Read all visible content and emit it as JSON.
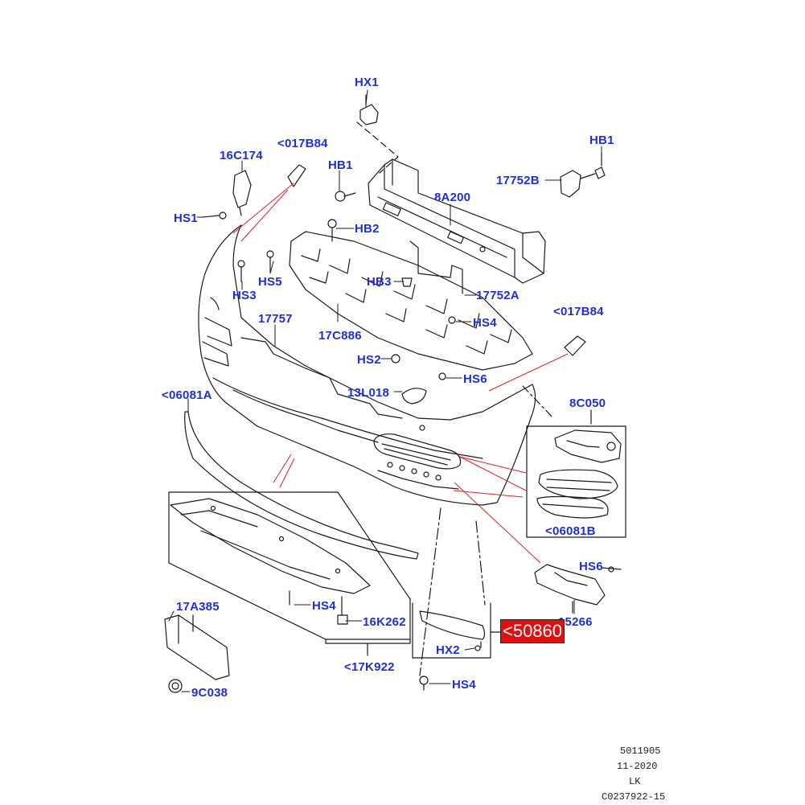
{
  "labels": {
    "hx1": "HX1",
    "l16c174": "16C174",
    "l017b84_top": "<017B84",
    "hb1_left": "HB1",
    "hb1_right": "HB1",
    "l17752b": "17752B",
    "l8a200": "8A200",
    "hs1": "HS1",
    "hb2": "HB2",
    "hs5": "HS5",
    "hs3": "HS3",
    "hb3": "HB3",
    "l17752a": "17752A",
    "l17757": "17757",
    "hs4_mid": "HS4",
    "l017b84_right": "<017B84",
    "l17c886": "17C886",
    "hs2": "HS2",
    "hs6_mid": "HS6",
    "l13l018": "13L018",
    "l06081a": "<06081A",
    "l8c050": "8C050",
    "l06081b": "<06081B",
    "hs6_right": "HS6",
    "l17a385": "17A385",
    "hs4_low": "HS4",
    "l16k262": "16K262",
    "l15266": "15266",
    "hx2": "HX2",
    "l17k922": "<17K922",
    "hs4_bottom": "HS4",
    "l9c038": "9C038"
  },
  "highlight": "<50860",
  "footer": {
    "line1": "5011905",
    "line2": "11-2020",
    "line3": "LK",
    "line4": "C0237922-15"
  },
  "colors": {
    "label": "#1f2fd6",
    "highlight_bg": "#e01010",
    "leader_red": "#e02020",
    "line": "#1a1a1a"
  }
}
